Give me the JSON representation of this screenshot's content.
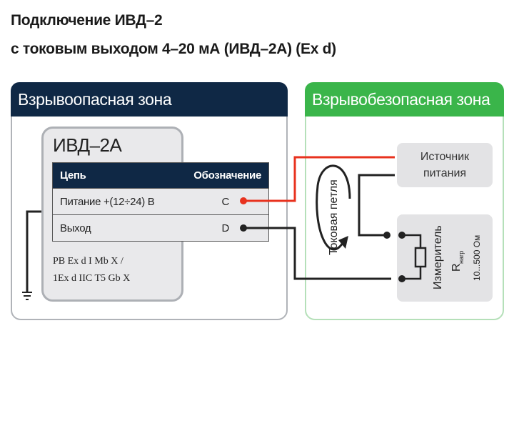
{
  "title": {
    "line1": "Подключение ИВД–2",
    "line2": "с токовым выходом 4–20 мА (ИВД–2А) (Ex d)"
  },
  "hazard_zone": {
    "label": "Взрывоопасная зона",
    "color": "#0f2845"
  },
  "safe_zone": {
    "label": "Взрывобезопасная зона",
    "color": "#3ab54a"
  },
  "device": {
    "name": "ИВД–2А",
    "table": {
      "headers": [
        "Цепь",
        "Обозначение"
      ],
      "rows": [
        {
          "circuit": "Питание +(12÷24) В",
          "designation": "C"
        },
        {
          "circuit": "Выход",
          "designation": "D"
        }
      ]
    },
    "marking": [
      "PB Ex d I Mb X /",
      "1Ex d IIC T5 Gb X"
    ]
  },
  "power_source": {
    "line1": "Источник",
    "line2": "питания"
  },
  "current_loop": "Токовая петля",
  "meter": {
    "label": "Измеритель",
    "r": "R",
    "r_sub": "нагр",
    "range": "10...500 Ом"
  },
  "wire_colors": {
    "power": "#e8321e",
    "signal": "#222222"
  }
}
